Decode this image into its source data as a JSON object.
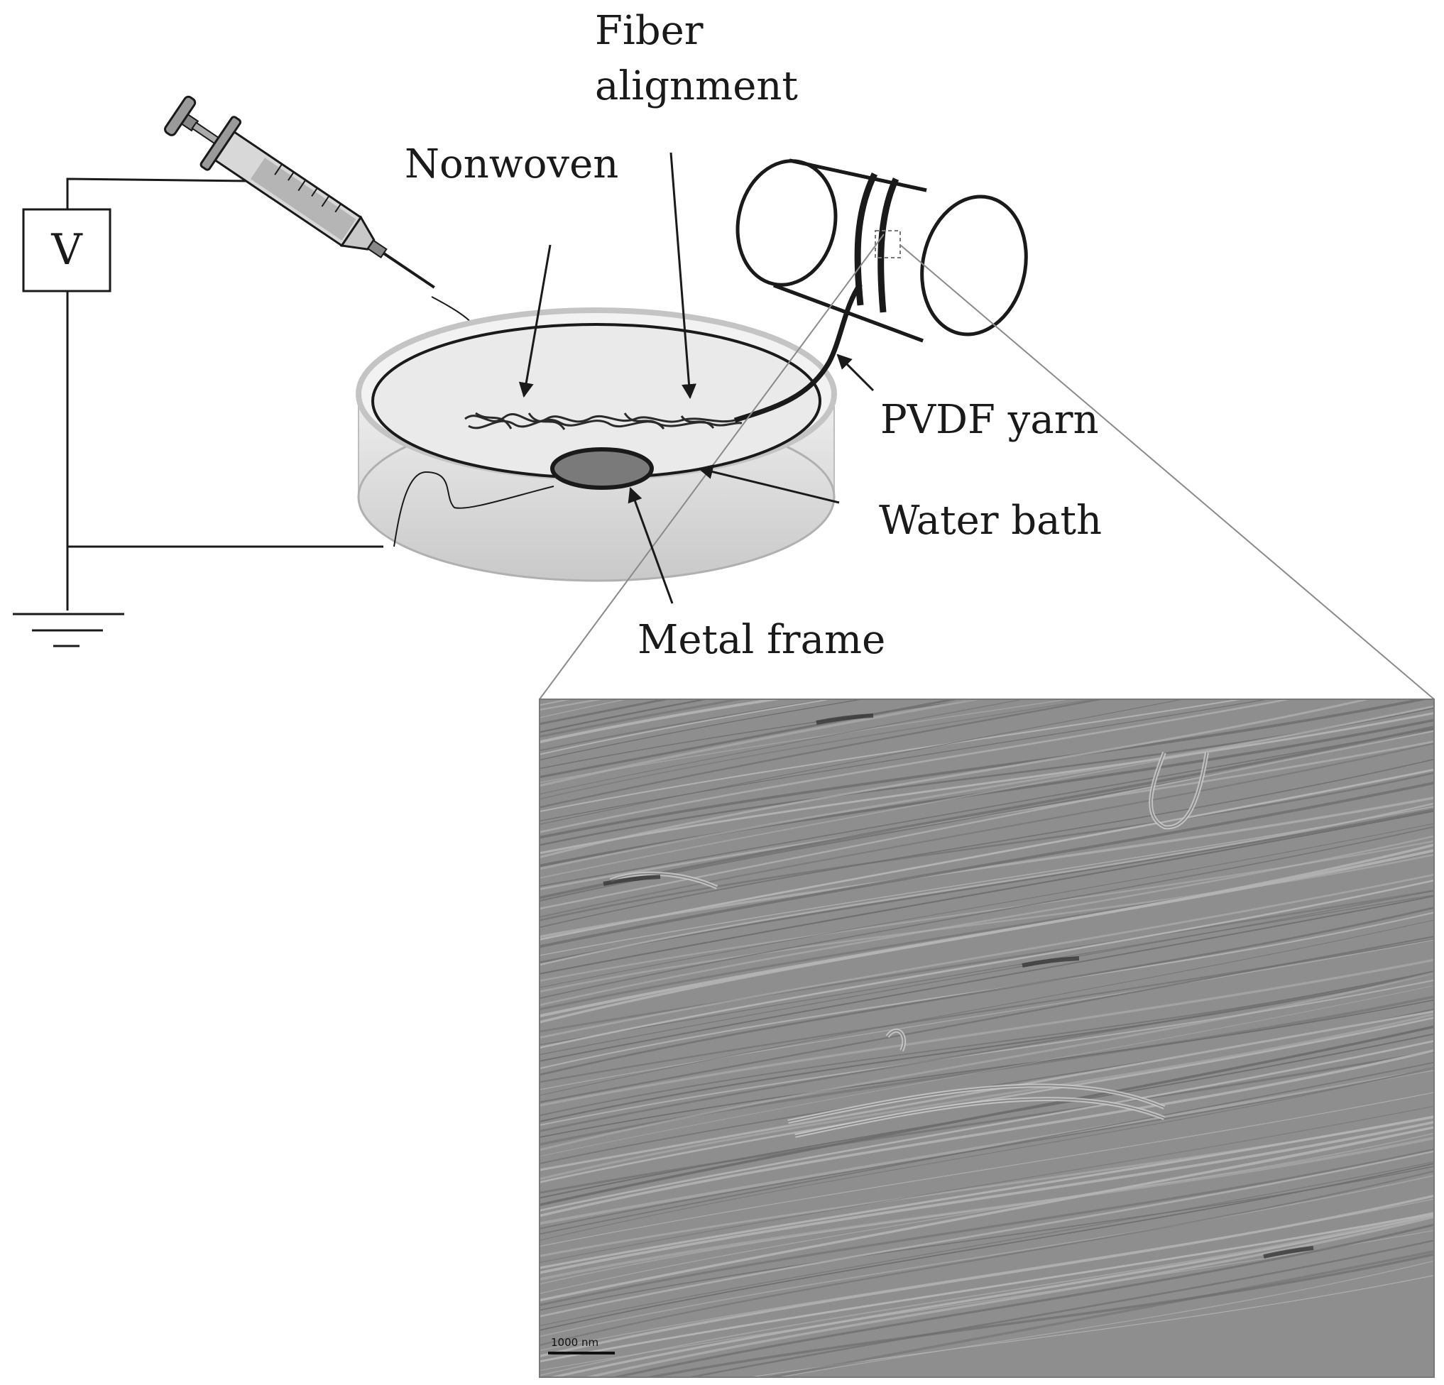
{
  "labels": {
    "voltage": "V",
    "fiber_alignment_line1": "Fiber",
    "fiber_alignment_line2": "alignment",
    "nonwoven": "Nonwoven",
    "pvdf_yarn": "PVDF yarn",
    "water_bath": "Water bath",
    "metal_frame": "Metal frame",
    "scale_bar": "1000 nm"
  },
  "colors": {
    "line": "#1a1a1a",
    "dish_fill": "#e4e4e4",
    "frame_fill": "#7a7a7a",
    "sem_base": "#8e8e8e"
  }
}
